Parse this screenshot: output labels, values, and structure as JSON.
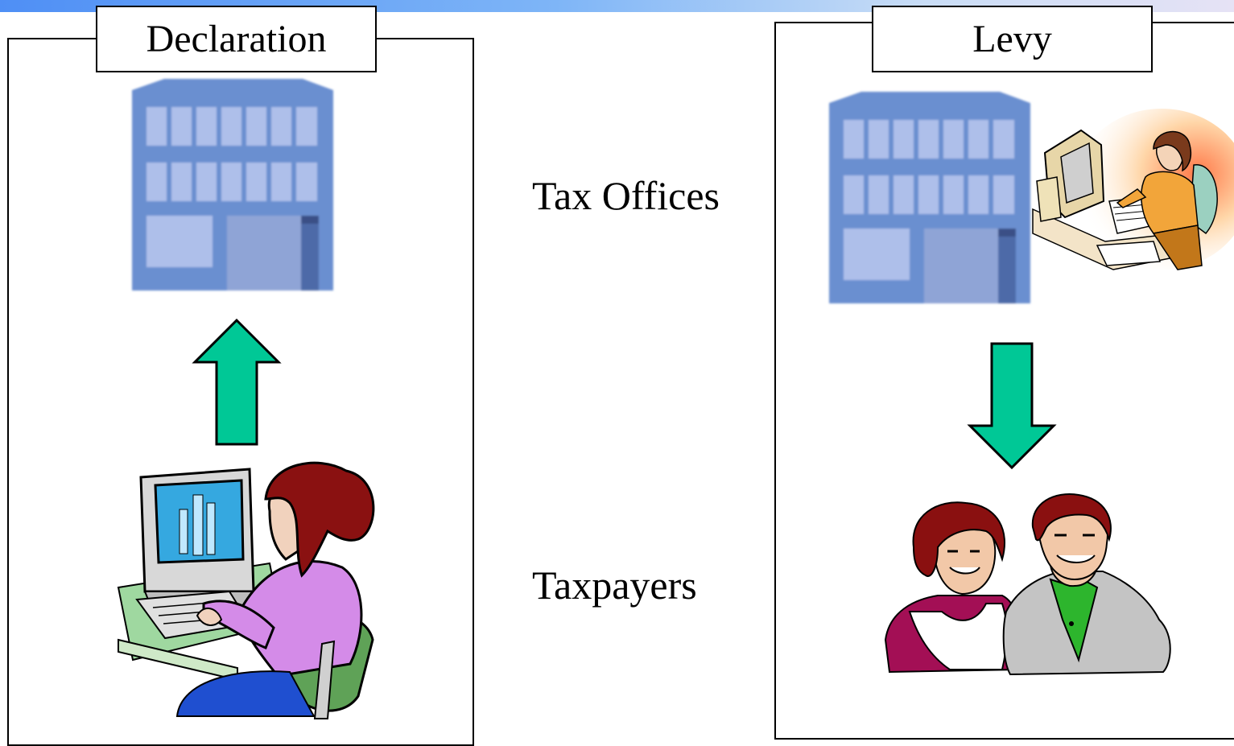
{
  "panels": {
    "left_title": "Declaration",
    "right_title": "Levy"
  },
  "labels": {
    "tax_offices": "Tax Offices",
    "taxpayers": "Taxpayers"
  },
  "colors": {
    "arrow": "#00c896",
    "building": "#6b8fd0",
    "header_bar": "#7eb5f7"
  },
  "icons": {
    "left_building": "office-building-icon",
    "right_building": "office-building-icon",
    "clerk": "clerk-at-computer-icon",
    "woman_computer": "woman-at-computer-icon",
    "couple": "taxpayer-couple-icon",
    "up_arrow": "arrow-up-icon",
    "down_arrow": "arrow-down-icon"
  }
}
